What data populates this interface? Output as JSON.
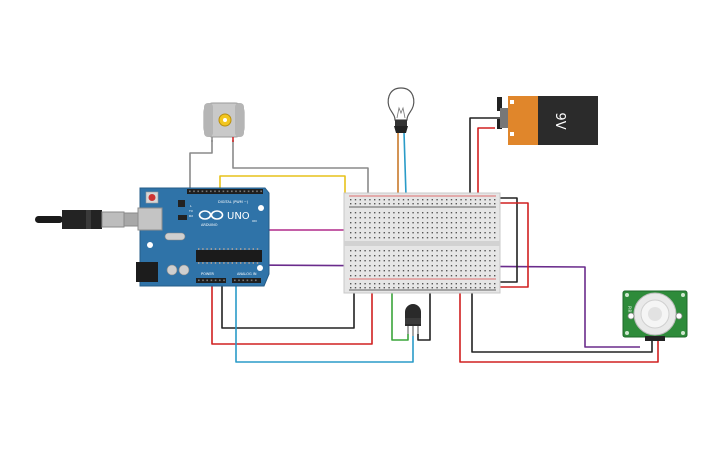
{
  "arduino": {
    "brand": "UNO",
    "maker": "ARDUINO",
    "header_digital": "DIGITAL (PWM ~)",
    "header_power": "POWER",
    "header_analog": "ANALOG IN",
    "tx": "TX",
    "rx": "RX",
    "led_l": "L",
    "on": "ON"
  },
  "battery": {
    "label": "9V"
  },
  "pir": {
    "label": "PIR"
  },
  "colors": {
    "board": "#2f73a8",
    "wire_red": "#d02020",
    "wire_black": "#222222",
    "wire_yellow": "#e7c21a",
    "wire_blue": "#2a9bc8",
    "wire_green": "#3aa53a",
    "wire_purple": "#6a2c8c",
    "wire_magenta": "#b02a8a",
    "wire_gray": "#8a8a8a",
    "pir_green": "#2e8b3a",
    "battery_orange": "#e0862b"
  }
}
